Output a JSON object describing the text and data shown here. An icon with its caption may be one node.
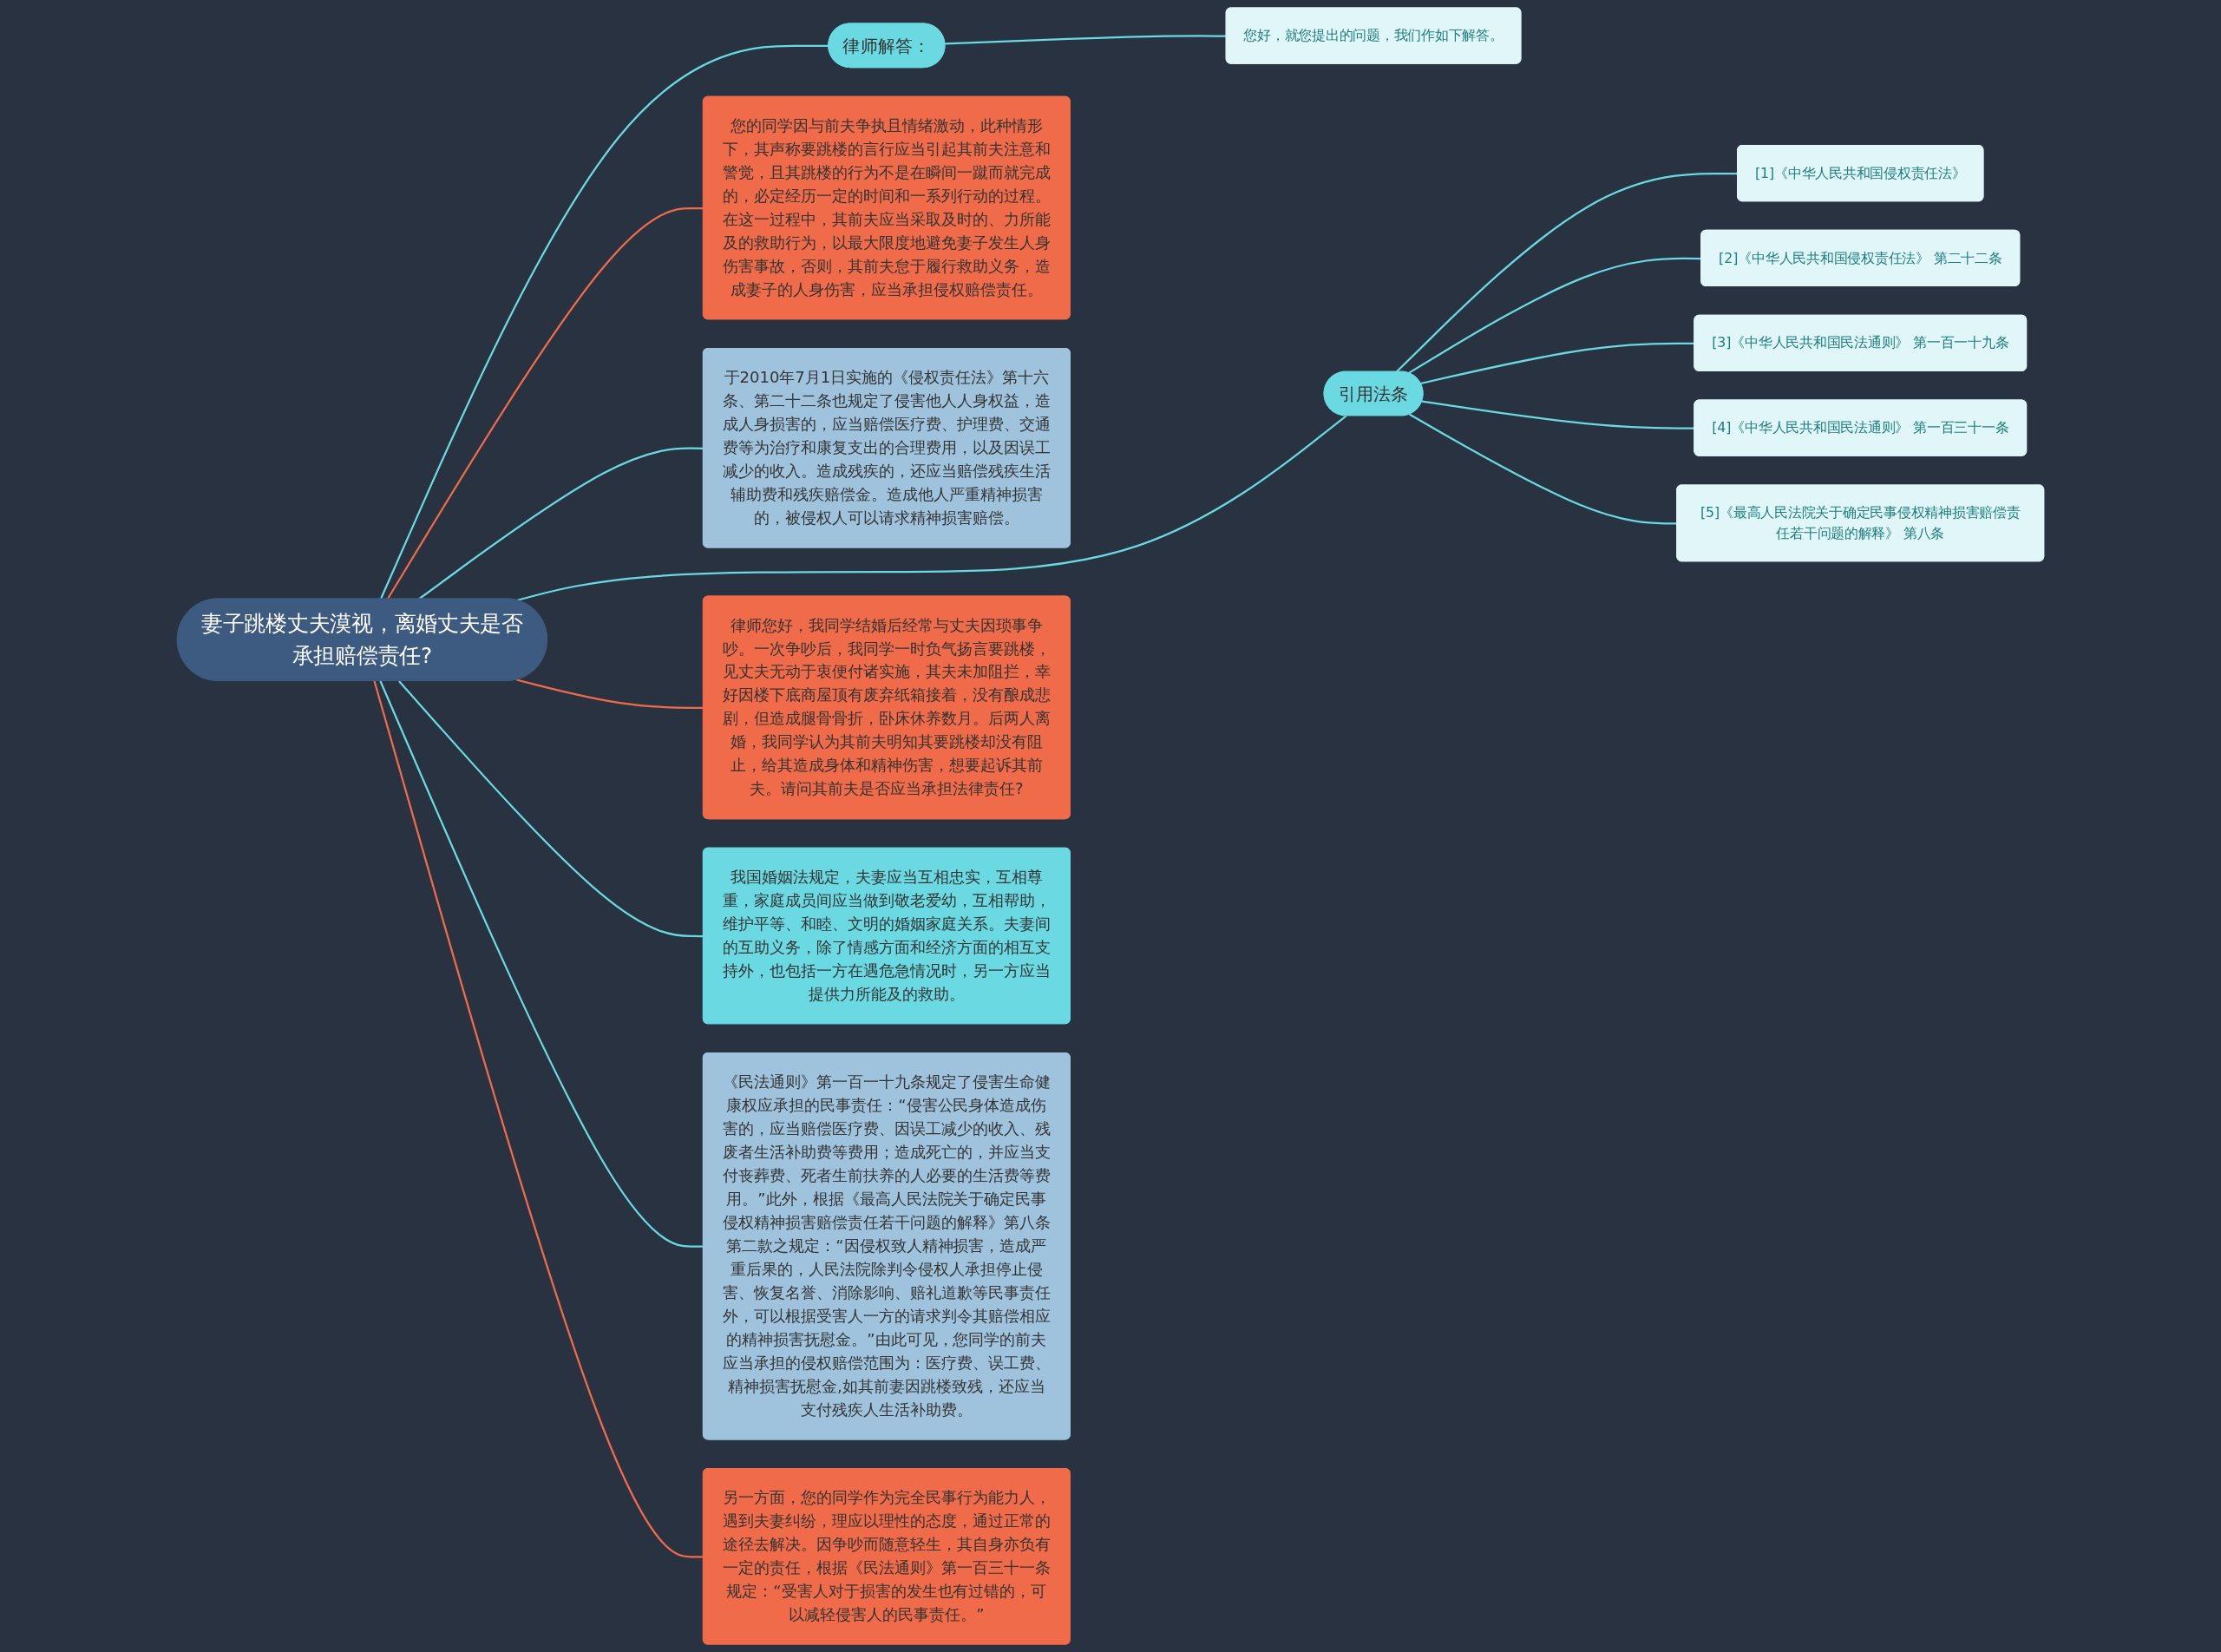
{
  "diagram": {
    "nodes": [
      {
        "text": [
          "妻子跳楼丈夫漠视，离婚丈夫是否承担赔偿责任?"
        ]
      },
      {
        "text": [
          "律师解答："
        ]
      },
      {
        "text": [
          "您好，就您提出的问题，我们作如下解答。"
        ]
      },
      {
        "text": [
          "您的同学因与前夫争执且情绪激动，此种情形下，其声称要跳楼的言行应当引起其前夫注意和警觉，且其跳楼的行为不是在瞬间一蹴而就完成的，必定经历一定的时间和一系列行动的过程。在这一过程中，其前夫应当采取及时的、力所能及的救助行为，以最大限度地避免妻子发生人身伤害事故，否则，其前夫怠于履行救助义务，造成妻子的人身伤害，应当承担侵权赔偿责任。"
        ]
      },
      {
        "text": [
          "于2010年7月1日实施的《侵权责任法》第十六条、第二十二条也规定了侵害他人人身权益，造成人身损害的，应当赔偿医疗费、护理费、交通费等为治疗和康复支出的合理费用，以及因误工减少的收入。造成残疾的，还应当赔偿残疾生活辅助费和残疾赔偿金。造成他人严重精神损害的，被侵权人可以请求精神损害赔偿。"
        ]
      },
      {
        "text": [
          "引用法条"
        ]
      },
      {
        "text": [
          "[1]《中华人民共和国侵权责任法》"
        ]
      },
      {
        "text": [
          "[2]《中华人民共和国侵权责任法》 第二十二条"
        ]
      },
      {
        "text": [
          "[3]《中华人民共和国民法通则》 第一百一十九条"
        ]
      },
      {
        "text": [
          "[4]《中华人民共和国民法通则》 第一百三十一条"
        ]
      },
      {
        "text": [
          "[5]《最高人民法院关于确定民事侵权精神损害赔偿责任若干问题的解释》 第八条"
        ]
      },
      {
        "text": [
          "律师您好，我同学结婚后经常与丈夫因琐事争吵。一次争吵后，我同学一时负气扬言要跳楼，见丈夫无动于衷便付诸实施，其夫未加阻拦，幸好因楼下底商屋顶有废弃纸箱接着，没有酿成悲剧，但造成腿骨骨折，卧床休养数月。后两人离婚，我同学认为其前夫明知其要跳楼却没有阻止，给其造成身体和精神伤害，想要起诉其前夫。请问其前夫是否应当承担法律责任?"
        ]
      },
      {
        "text": [
          "我国婚姻法规定，夫妻应当互相忠实，互相尊重，家庭成员间应当做到敬老爱幼，互相帮助，维护平等、和睦、文明的婚姻家庭关系。夫妻间的互助义务，除了情感方面和经济方面的相互支持外，也包括一方在遇危急情况时，另一方应当提供力所能及的救助。"
        ]
      },
      {
        "text": [
          "《民法通则》第一百一十九条规定了侵害生命健康权应承担的民事责任：“侵害公民身体造成伤害的，应当赔偿医疗费、因误工减少的收入、残废者生活补助费等费用；造成死亡的，并应当支付丧葬费、死者生前扶养的人必要的生活费等费用。”此外，根据《最高人民法院关于确定民事侵权精神损害赔偿责任若干问题的解释》第八条第二款之规定：“因侵权致人精神损害，造成严重后果的，人民法院除判令侵权人承担停止侵害、恢复名誉、消除影响、赔礼道歉等民事责任外，可以根据受害人一方的请求判令其赔偿相应的精神损害抚慰金。”由此可见，您同学的前夫应当承担的侵权赔偿范围为：医疗费、误工费、精神损害抚慰金,如其前妻因跳楼致残，还应当支付残疾人生活补助费。"
        ]
      },
      {
        "text": [
          "另一方面，您的同学作为完全民事行为能力人，遇到夫妻纠纷，理应以理性的态度，通过正常的途径去解决。因争吵而随意轻生，其自身亦负有一定的责任，根据《民法通则》第一百三十一条规定：“受害人对于损害的发生也有过错的，可以减轻侵害人的民事责任。”"
        ]
      }
    ],
    "edges": [
      {
        "from": 0,
        "to": 1,
        "arrow": "none"
      },
      {
        "from": 1,
        "to": 2,
        "arrow": "none"
      },
      {
        "from": 0,
        "to": 3,
        "arrow": "none",
        "color": "#ef6b4a"
      },
      {
        "from": 0,
        "to": 4,
        "arrow": "none"
      },
      {
        "from": 0,
        "to": 5,
        "arrow": "none"
      },
      {
        "from": 5,
        "to": 6,
        "arrow": "none"
      },
      {
        "from": 5,
        "to": 7,
        "arrow": "none"
      },
      {
        "from": 5,
        "to": 8,
        "arrow": "none"
      },
      {
        "from": 5,
        "to": 9,
        "arrow": "none"
      },
      {
        "from": 5,
        "to": 10,
        "arrow": "none"
      },
      {
        "from": 0,
        "to": 11,
        "arrow": "none",
        "color": "#ef6b4a"
      },
      {
        "from": 0,
        "to": 12,
        "arrow": "none"
      },
      {
        "from": 0,
        "to": 13,
        "arrow": "none"
      },
      {
        "from": 0,
        "to": 14,
        "arrow": "none",
        "color": "#ef6b4a"
      }
    ]
  }
}
